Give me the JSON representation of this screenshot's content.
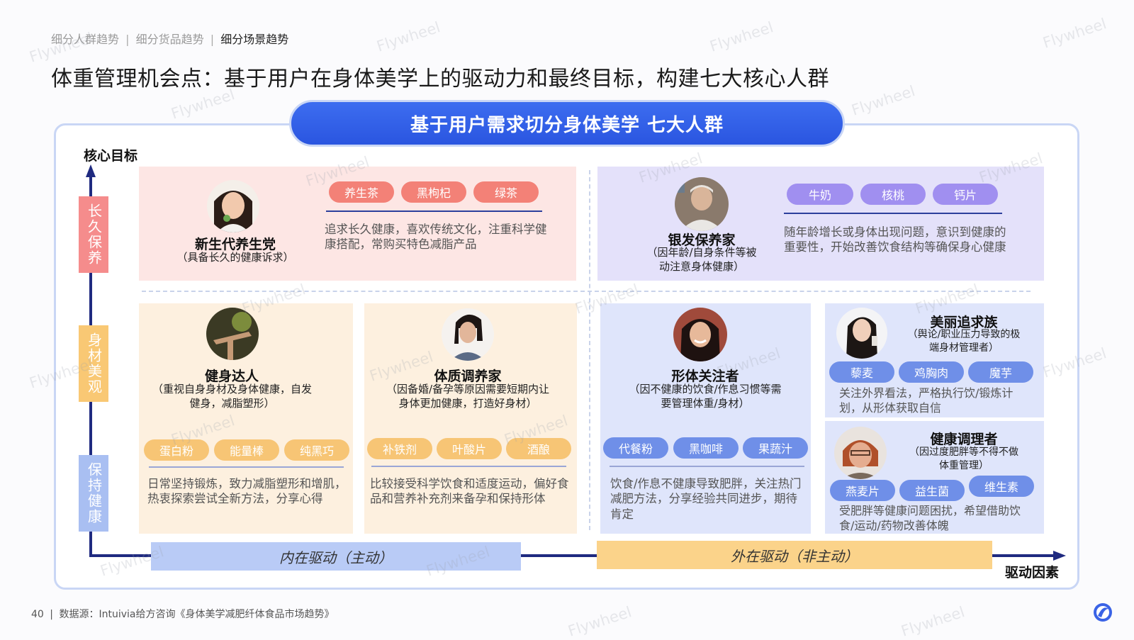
{
  "breadcrumb": [
    "细分人群趋势",
    "细分货品趋势",
    "细分场景趋势"
  ],
  "breadcrumb_sep": "|",
  "page_title": "体重管理机会点：基于用户在身体美学上的驱动力和最终目标，构建七大核心人群",
  "banner": "基于用户需求切分身体美学 七大人群",
  "y_axis_title": "核心目标",
  "x_axis_title": "驱动因素",
  "categories": [
    "长久保养",
    "身材美观",
    "保持健康"
  ],
  "drivers": {
    "internal": "内在驱动（主动）",
    "external": "外在驱动（非主动）"
  },
  "personas": [
    {
      "name": "新生代养生党",
      "sub": "（具备长久的健康诉求）",
      "tags": [
        "养生茶",
        "黑枸杞",
        "绿茶"
      ],
      "desc": "追求长久健康，喜欢传统文化，注重科学健康搭配，常购买特色减脂产品"
    },
    {
      "name": "银发保养家",
      "sub": "（因年龄/自身条件等被动注意身体健康）",
      "tags": [
        "牛奶",
        "核桃",
        "钙片"
      ],
      "desc": "随年龄增长或身体出现问题，意识到健康的重要性，开始改善饮食结构等确保身心健康"
    },
    {
      "name": "健身达人",
      "sub": "（重视自身身材及身体健康，自发健身，减脂塑形）",
      "tags": [
        "蛋白粉",
        "能量棒",
        "纯黑巧"
      ],
      "desc": "日常坚持锻炼，致力减脂塑形和增肌，热衷探索尝试全新方法，分享心得"
    },
    {
      "name": "体质调养家",
      "sub": "（因备婚/备孕等原因需要短期内让身体更加健康，打造好身材）",
      "tags": [
        "补铁剂",
        "叶酸片",
        "酒酿"
      ],
      "desc": "比较接受科学饮食和适度运动，偏好食品和营养补充剂来备孕和保持形体"
    },
    {
      "name": "形体关注者",
      "sub": "（因不健康的饮食/作息习惯等需要管理体重/身材）",
      "tags": [
        "代餐粉",
        "黑咖啡",
        "果蔬汁"
      ],
      "desc": "饮食/作息不健康导致肥胖，关注热门减肥方法，分享经验共同进步，期待肯定"
    },
    {
      "name": "美丽追求族",
      "sub": "（舆论/职业压力导致的极端身材管理者）",
      "tags": [
        "藜麦",
        "鸡胸肉",
        "魔芋"
      ],
      "desc": "关注外界看法，严格执行饮/锻炼计划，从形体获取自信"
    },
    {
      "name": "健康调理者",
      "sub": "（因过度肥胖等不得不做体重管理）",
      "tags": [
        "燕麦片",
        "益生菌",
        "维生素"
      ],
      "desc": "受肥胖等健康问题困扰，希望借助饮食/运动/药物改善体魄"
    }
  ],
  "footer": {
    "page_number": "40",
    "source": "数据源：Intuivia给方咨询《身体美学减肥纤体食品市场趋势》"
  },
  "watermark": "Flywheel",
  "colors": {
    "banner": "#2a55e0",
    "axis": "#1f2a80",
    "tag_red": "#f38177",
    "tag_purple": "#a08ff0",
    "tag_orange": "#f7c575",
    "tag_blue": "#6f8fe8",
    "cat_long": "#f58c8c",
    "cat_body": "#f9c874",
    "cat_health": "#a9bff2"
  }
}
